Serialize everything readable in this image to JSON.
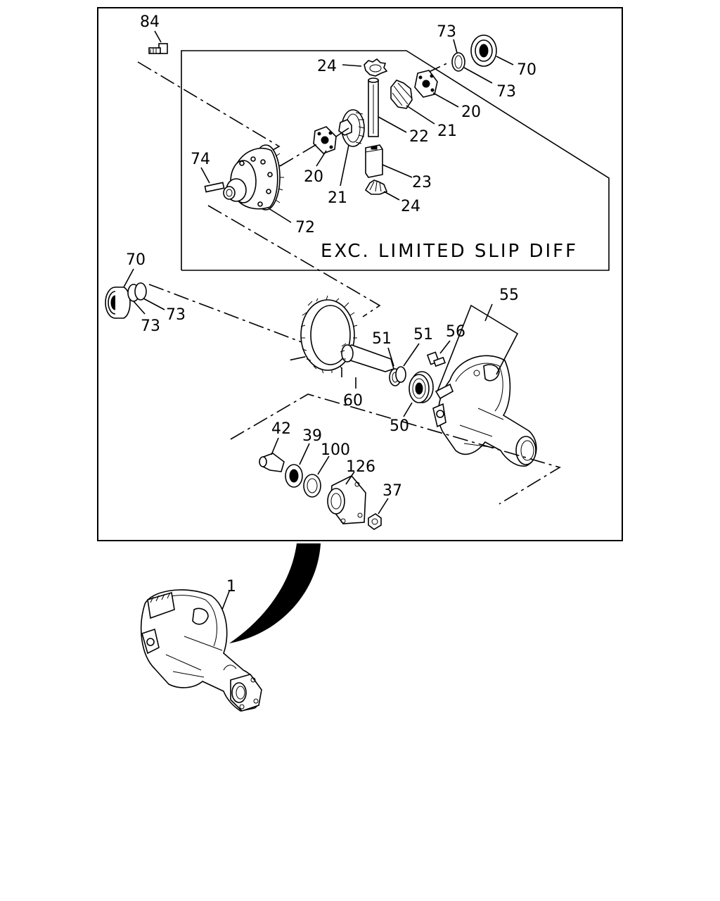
{
  "note": "EXC. LIMITED SLIP DIFF",
  "callouts": {
    "p84": "84",
    "p73a": "73",
    "p70a": "70",
    "p73b": "73",
    "p24a": "24",
    "p20a": "20",
    "p21a": "21",
    "p22": "22",
    "p74": "74",
    "p20b": "20",
    "p21b": "21",
    "p23": "23",
    "p24b": "24",
    "p72": "72",
    "p70b": "70",
    "p73c": "73",
    "p73d": "73",
    "p55": "55",
    "p56": "56",
    "p51a": "51",
    "p51b": "51",
    "p60": "60",
    "p50": "50",
    "p42": "42",
    "p39": "39",
    "p100": "100",
    "p126": "126",
    "p37": "37",
    "p1": "1"
  }
}
